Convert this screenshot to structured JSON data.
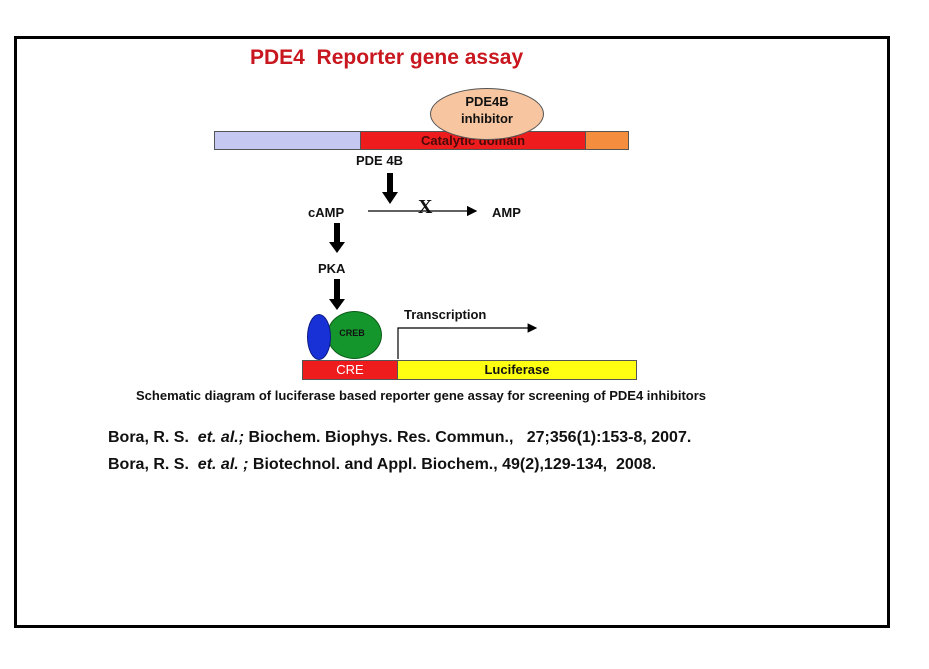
{
  "title": "PDE4  Reporter gene assay",
  "domain_bar": {
    "catalytic_label": "Catalytic domain"
  },
  "inhibitor": {
    "line1": "PDE4B",
    "line2": "inhibitor"
  },
  "labels": {
    "pde4b": "PDE 4B",
    "camp": "cAMP",
    "amp": "AMP",
    "block": "X",
    "pka": "PKA",
    "transcription": "Transcription",
    "creb": "CREB",
    "cre": "CRE",
    "luciferase": "Luciferase"
  },
  "caption": "Schematic diagram of luciferase  based reporter gene assay for screening of PDE4 inhibitors",
  "references": [
    {
      "authors": "Bora, R. S.  ",
      "etal": "et. al.;",
      "rest": " Biochem. Biophys. Res. Commun.,   27;356(1):153-8, 2007."
    },
    {
      "authors": "Bora, R. S.  ",
      "etal": "et. al. ;",
      "rest": " Biotechnol. and Appl. Biochem., 49(2),129-134,  2008."
    }
  ],
  "colors": {
    "title": "#c8171e",
    "bar_left": "#c5c8f0",
    "catalytic": "#ee1c1c",
    "bar_right": "#f58d3f",
    "inhibitor": "#f7c59f",
    "creb": "#14962c",
    "blue_factor": "#1731d6",
    "luciferase": "#ffff11"
  }
}
